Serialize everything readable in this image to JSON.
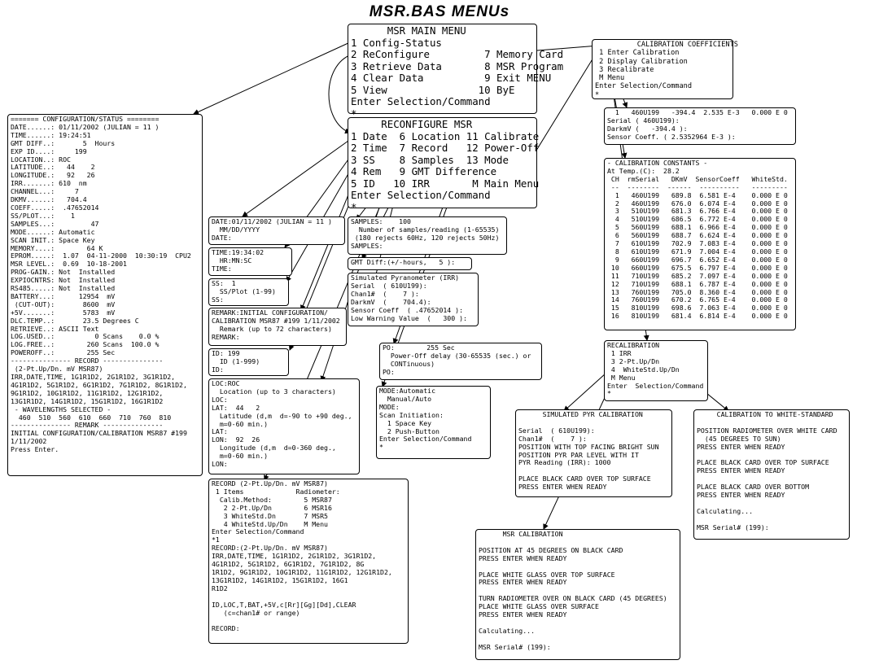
{
  "title": "MSR.BAS MENUs",
  "boxes": [
    {
      "id": "main-menu",
      "lines": [
        "      MSR MAIN MENU",
        "1 Config-Status",
        "2 ReConfigure         7 Memory Card",
        "3 Retrieve Data       8 MSR Program",
        "4 Clear Data          9 Exit MENU",
        "5 View               10 ByE",
        "Enter Selection/Command",
        "*"
      ]
    },
    {
      "id": "reconfigure-msr",
      "lines": [
        "     RECONFIGURE MSR",
        "1 Date  6 Location 11 Calibrate",
        "2 Time  7 Record   12 Power-Off",
        "3 SS    8 Samples  13 Mode",
        "4 Rem   9 GMT Difference",
        "5 ID   10 IRR       M Main Menu",
        "Enter Selection/Command",
        "*"
      ]
    },
    {
      "id": "calibration-coefficients",
      "lines": [
        "          CALIBRATION COEFFICIENTS",
        " 1 Enter Calibration",
        " 2 Display Calibration",
        " 3 Recalibrate",
        " M Menu",
        "Enter Selection/Command",
        "*"
      ]
    },
    {
      "id": "config-status",
      "lines": [
        "======= CONFIGURATION/STATUS ========",
        "DATE......: 01/11/2002 (JULIAN = 11 )",
        "TIME......: 19:24:51",
        "GMT DIFF..:       5  Hours",
        "EXP ID....:     199",
        "LOCATION..: ROC",
        "LATITUDE..:   44    2",
        "LONGITUDE.:   92   26",
        "IRR.......: 610  nm",
        "CHANNEL...:     7",
        "DKMV......:   704.4",
        "COEFF.....:  .47652014",
        "SS/PLOT...:    1",
        "SAMPLES...:         47",
        "MODE......: Automatic",
        "SCAN INIT.: Space Key",
        "MEMORY....:        64 K",
        "EPROM.....:  1.07  04-11-2000  10:30:19  CPU2",
        "MSR LEVEL.:  0.69  10-18-2001",
        "PROG-GAIN.: Not  Installed",
        "EXPIOCNTRS: Not  Installed",
        "RS485.....: Not  Installed",
        "BATTERY...:      12954  mV",
        " (CUT-OUT):       8600  mV",
        "+5V.......:       5783  mV",
        "DLC.TEMP..:       23.5 Degrees C",
        "RETRIEVE..: ASCII Text",
        "LOG.USED..:          0 Scans    0.0 %",
        "LOG.FREE..:        260 Scans  100.0 %",
        "POWEROFF..:        255 Sec",
        "--------------- RECORD ---------------",
        " (2-Pt.Up/Dn. mV MSR87)",
        "IRR,DATE,TIME, 1G1R1D2, 2G1R1D2, 3G1R1D2,",
        "4G1R1D2, 5G1R1D2, 6G1R1D2, 7G1R1D2, 8G1R1D2,",
        "9G1R1D2, 10G1R1D2, 11G1R1D2, 12G1R1D2,",
        "13G1R1D2, 14G1R1D2, 15G1R1D2, 16G1R1D2",
        " - WAVELENGTHS SELECTED -",
        "  460  510  560  610  660  710  760  810",
        "--------------- REMARK ---------------",
        "INITIAL CONFIGURATION/CALIBRATION MSR87 #199",
        "1/11/2002",
        "Press Enter."
      ]
    },
    {
      "id": "date-box",
      "lines": [
        "DATE:01/11/2002 (JULIAN = 11 )",
        "  MM/DD/YYYY",
        "DATE:"
      ]
    },
    {
      "id": "time-box",
      "lines": [
        "TIME:19:34:02",
        "  HR:MN:SC",
        "TIME:"
      ]
    },
    {
      "id": "ss-box",
      "lines": [
        "SS:  1",
        "  SS/Plot (1-99)",
        "SS:"
      ]
    },
    {
      "id": "remark-box",
      "lines": [
        "REMARK:INITIAL CONFIGURATION/",
        "CALIBRATION MSR87 #199 1/11/2002",
        "  Remark (up to 72 characters)",
        "REMARK:"
      ]
    },
    {
      "id": "id-box",
      "lines": [
        "ID: 199",
        "  ID (1-999)",
        "ID:"
      ]
    },
    {
      "id": "location-box",
      "lines": [
        "LOC:ROC",
        "  Location (up to 3 characters)",
        "LOC:",
        "LAT:  44   2",
        "  Latitude (d,m  d=-90 to +90 deg.,",
        "  m=0-60 min.)",
        "LAT:",
        "LON:  92  26",
        "  Longitude (d,m  d=0-360 deg.,",
        "  m=0-60 min.)",
        "LON:"
      ]
    },
    {
      "id": "record-box",
      "lines": [
        "RECORD (2-Pt.Up/Dn. mV MSR87)",
        " 1 Items             Radiometer:",
        "  Calib.Method:        5 MSR87",
        "   2 2-Pt.Up/Dn        6 MSR16",
        "   3 WhiteStd.Dn       7 MSR5",
        "   4 WhiteStd.Up/Dn    M Menu",
        "Enter Selection/Command",
        "*1",
        "RECORD:(2-Pt.Up/Dn. mV MSR87)",
        "IRR,DATE,TIME, 1G1R1D2, 2G1R1D2, 3G1R1D2,",
        "4G1R1D2, 5G1R1D2, 6G1R1D2, 7G1R1D2, 8G",
        "1R1D2, 9G1R1D2, 10G1R1D2, 11G1R1D2, 12G1R1D2,",
        "13G1R1D2, 14G1R1D2, 15G1R1D2, 16G1",
        "R1D2",
        "",
        "ID,LOC,T,BAT,+5V,c[Rr][Gg][Dd],CLEAR",
        "   (c=chan1# or range)",
        "",
        "RECORD:"
      ]
    },
    {
      "id": "samples-box",
      "lines": [
        "SAMPLES:    100",
        "  Number of samples/reading (1-65535)",
        " (180 rejects 60Hz, 120 rejects 50Hz)",
        "SAMPLES:"
      ]
    },
    {
      "id": "gmt-box",
      "lines": [
        "GMT Diff:(+/-hours,   5 ):"
      ]
    },
    {
      "id": "irr-box",
      "lines": [
        "Simulated Pyranometer (IRR)",
        "Serial  ( 610U199):",
        "Chan1#  (    7 ):",
        "DarkmV  (    704.4):",
        "Sensor Coeff  ( .47652014 ):",
        "Low Warning Value  (   300 ):"
      ]
    },
    {
      "id": "poweroff-box",
      "lines": [
        "PO:        255 Sec",
        "  Power-Off delay (30-65535 (sec.) or",
        "  CONTinuous)",
        "PO:"
      ]
    },
    {
      "id": "mode-box",
      "lines": [
        "MODE:Automatic",
        "  Manual/Auto",
        "MODE:",
        "Scan Initiation:",
        "  1 Space Key",
        "  2 Push-Button",
        "Enter Selection/Command",
        "*"
      ]
    },
    {
      "id": "enter-calibration-box",
      "lines": [
        "  1   460U199   -394.4  2.535 E-3   0.000 E 0",
        "Serial ( 460U199):",
        "DarkmV (   -394.4 ):",
        "Sensor Coeff. ( 2.5352964 E-3 ):"
      ]
    },
    {
      "id": "calibration-constants",
      "lines": [
        "- CALIBRATION CONSTANTS -",
        "At Temp.(C):  28.2",
        " CH  rmSerial   DKmV  SensorCoeff   WhiteStd.",
        " --  --------  ------  ----------   ---------",
        "  1   460U199   689.8  6.581 E-4    0.000 E 0",
        "  2   460U199   676.0  6.074 E-4    0.000 E 0",
        "  3   510U199   681.3  6.766 E-4    0.000 E 0",
        "  4   510U199   686.5  6.772 E-4    0.000 E 0",
        "  5   560U199   688.1  6.966 E-4    0.000 E 0",
        "  6   560U199   688.7  6.624 E-4    0.000 E 0",
        "  7   610U199   702.9  7.083 E-4    0.000 E 0",
        "  8   610U199   671.9  7.004 E-4    0.000 E 0",
        "  9   660U199   696.7  6.652 E-4    0.000 E 0",
        " 10   660U199   675.5  6.797 E-4    0.000 E 0",
        " 11   710U199   685.2  7.097 E-4    0.000 E 0",
        " 12   710U199   688.1  6.787 E-4    0.000 E 0",
        " 13   760U199   705.0  8.360 E-4    0.000 E 0",
        " 14   760U199   670.2  6.765 E-4    0.000 E 0",
        " 15   810U199   698.6  7.063 E-4    0.000 E 0",
        " 16   810U199   681.4  6.814 E-4    0.000 E 0"
      ]
    },
    {
      "id": "recalibration",
      "lines": [
        "RECALIBRATION",
        " 1 IRR",
        " 3 2-Pt.Up/Dn",
        " 4  WhiteStd.Up/Dn",
        " M Menu",
        "Enter  Selection/Command",
        "*"
      ]
    },
    {
      "id": "simulated-pyr-calibration",
      "lines": [
        "      SIMULATED PYR CALIBRATION",
        "",
        "Serial  ( 610U199):",
        "Chan1#  (    7 ):",
        "POSITION WITH TOP FACING BRIGHT SUN",
        "POSITION PYR PAR LEVEL WITH IT",
        "PYR Reading (IRR): 1000",
        "",
        "PLACE BLACK CARD OVER TOP SURFACE",
        "PRESS ENTER WHEN READY"
      ]
    },
    {
      "id": "calibration-white-standard",
      "lines": [
        "     CALIBRATION TO WHITE-STANDARD",
        "",
        "POSITION RADIOMETER OVER WHITE CARD",
        "  (45 DEGREES TO SUN)",
        "PRESS ENTER WHEN READY",
        "",
        "PLACE BLACK CARD OVER TOP SURFACE",
        "PRESS ENTER WHEN READY",
        "",
        "PLACE BLACK CARD OVER BOTTOM",
        "PRESS ENTER WHEN READY",
        "",
        "Calculating...",
        "",
        "MSR Serial# (199):"
      ]
    },
    {
      "id": "msr-calibration",
      "lines": [
        "      MSR CALIBRATION",
        "",
        "POSITION AT 45 DEGREES ON BLACK CARD",
        "PRESS ENTER WHEN READY",
        "",
        "PLACE WHITE GLASS OVER TOP SURFACE",
        "PRESS ENTER WHEN READY",
        "",
        "TURN RADIOMETER OVER ON BLACK CARD (45 DEGREES)",
        "PLACE WHITE GLASS OVER SURFACE",
        "PRESS ENTER WHEN READY",
        "",
        "Calculating...",
        "",
        "MSR Serial# (199):"
      ]
    }
  ]
}
